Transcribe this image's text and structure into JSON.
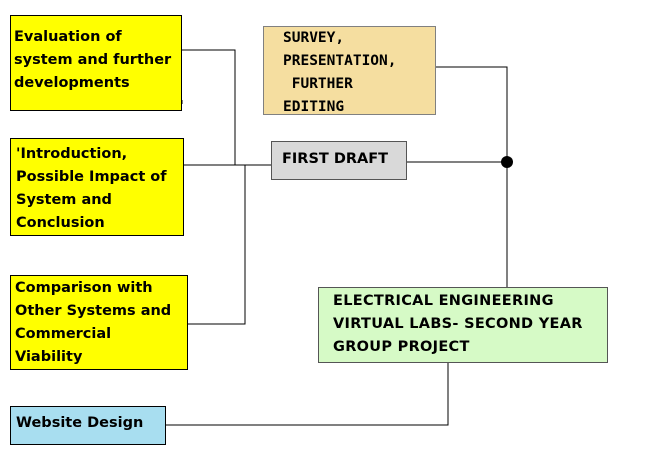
{
  "colors": {
    "yellow": "#FFFF00",
    "light_orange": "#F5DEA0",
    "light_gray": "#D9D9D9",
    "light_green": "#D6FAC6",
    "light_blue": "#A8DEF0",
    "line": "#000000"
  },
  "nodes": {
    "evaluation": {
      "lines": [
        "Evaluation of",
        "system and further",
        "developments"
      ]
    },
    "introduction": {
      "lines": [
        "'Introduction,",
        "Possible Impact of",
        "System and",
        "Conclusion"
      ]
    },
    "comparison": {
      "lines": [
        "Comparison with",
        "Other Systems and",
        "Commercial",
        "Viability"
      ]
    },
    "website": {
      "lines": [
        "Website Design"
      ]
    },
    "survey": {
      "lines": [
        "SURVEY,",
        "PRESENTATION,",
        " FURTHER",
        "EDITING"
      ]
    },
    "first_draft": {
      "lines": [
        "FIRST DRAFT"
      ]
    },
    "project": {
      "lines": [
        "ELECTRICAL ENGINEERING",
        "VIRTUAL LABS- SECOND YEAR",
        "GROUP PROJECT"
      ]
    }
  }
}
